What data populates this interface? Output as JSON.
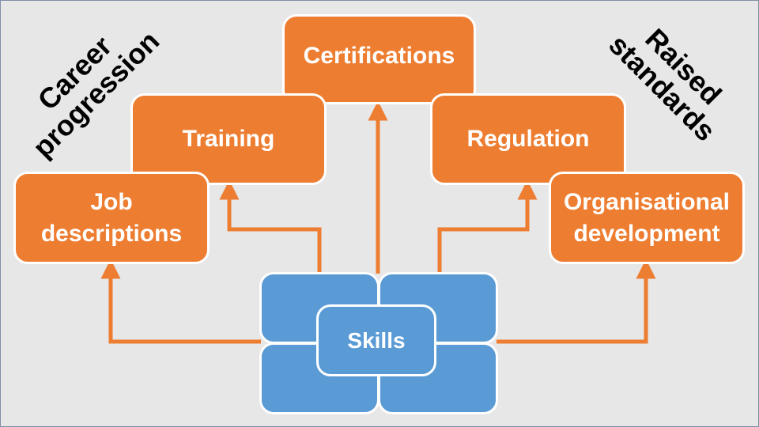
{
  "corners": {
    "left_line1": "Career",
    "left_line2": "progression",
    "right_line1": "Raised",
    "right_line2": "standards"
  },
  "boxes": {
    "certifications": "Certifications",
    "training": "Training",
    "regulation": "Regulation",
    "job_line1": "Job",
    "job_line2": "descriptions",
    "org_line1": "Organisational",
    "org_line2": "development"
  },
  "center": {
    "label": "Skills"
  },
  "colors": {
    "orange": "#ed7d31",
    "blue": "#5b9bd5",
    "background": "#e7e7e7",
    "text": "#ffffff"
  }
}
